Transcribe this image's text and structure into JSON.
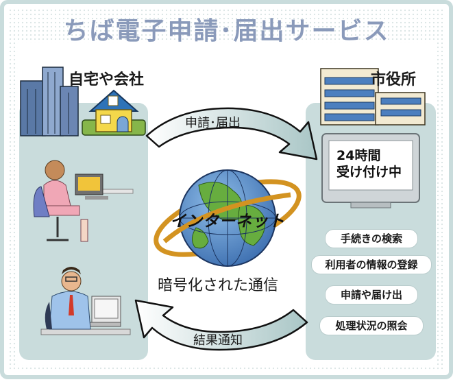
{
  "title": "ちば電子申請･届出サービス",
  "home": {
    "label": "自宅や会社"
  },
  "city": {
    "label": "市役所",
    "screen_text": "24時間\n受け付け中",
    "services": [
      "手続きの検索",
      "利用者の情報の登録",
      "申請や届け出",
      "処理状況の照会"
    ]
  },
  "flows": {
    "apply_label": "申請･届出",
    "result_label": "結果通知"
  },
  "center": {
    "internet_label": "インターネット",
    "encryption_label": "暗号化された通信"
  },
  "colors": {
    "panel": "#c9dcdc",
    "title": "#8a9aba",
    "globe_ocean": "#4f83c2",
    "globe_land": "#67ad3f",
    "orbit": "#d39321"
  }
}
